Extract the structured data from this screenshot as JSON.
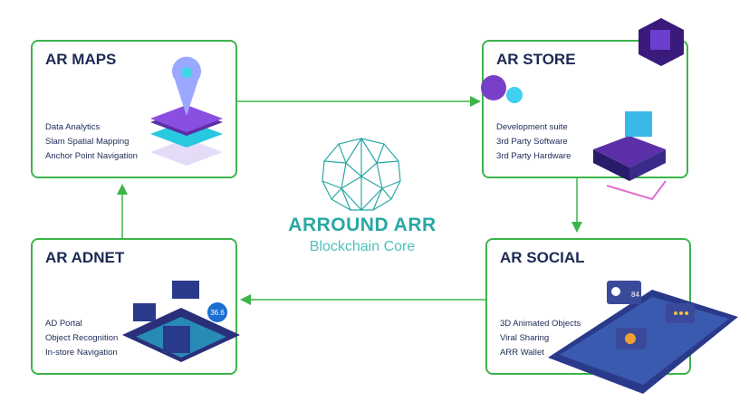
{
  "center": {
    "title": "ARROUND ARR",
    "subtitle": "Blockchain Core"
  },
  "nodes": [
    {
      "title": "AR MAPS",
      "items": [
        "Data Analytics",
        "Slam Spatial Mapping",
        "Anchor Point Navigation"
      ]
    },
    {
      "title": "AR STORE",
      "items": [
        "Development suite",
        "3rd Party Software",
        "3rd Party Hardware"
      ]
    },
    {
      "title": "AR ADNET",
      "items": [
        "AD Portal",
        "Object Recognition",
        "In-store Navigation"
      ]
    },
    {
      "title": "AR SOCIAL",
      "items": [
        "3D Animated Objects",
        "Viral Sharing",
        "ARR Wallet"
      ]
    }
  ],
  "illustration_labels": {
    "adnet_badge": "36.6",
    "social_likes": "84"
  },
  "colors": {
    "border": "#3cb54a",
    "title": "#1c2a55",
    "logo": "#2aa8a4"
  }
}
